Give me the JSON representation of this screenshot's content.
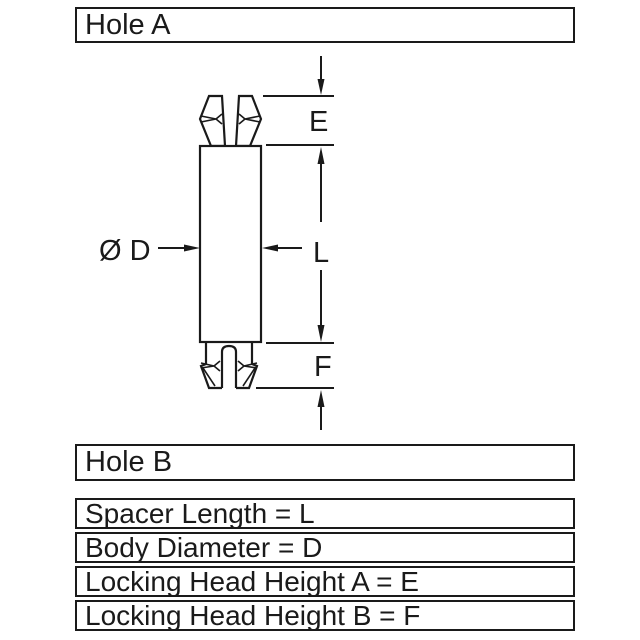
{
  "hole_a": {
    "label": "Hole A"
  },
  "hole_b": {
    "label": "Hole B"
  },
  "legend": {
    "rows": [
      "Spacer Length = L",
      "Body Diameter = D",
      "Locking Head Height A = E",
      "Locking Head Height B = F"
    ]
  },
  "dimensions": {
    "spacer_length": "L",
    "body_diameter": "Ø D",
    "locking_head_height_a": "E",
    "locking_head_height_b": "F"
  },
  "colors": {
    "line": "#1a1a1a",
    "background": "#ffffff"
  }
}
